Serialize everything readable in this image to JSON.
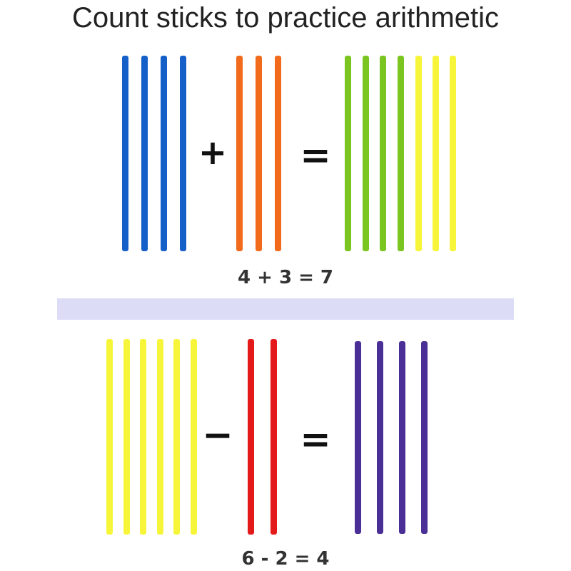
{
  "title": "Count sticks to practice arithmetic",
  "colors": {
    "blue": "#1560c8",
    "orange": "#f26a1b",
    "green": "#7ac520",
    "yellow": "#f7f53a",
    "red": "#e41a1a",
    "purple": "#4a2f96",
    "divider": "#dcdcf7"
  },
  "addition": {
    "plus_symbol": "+",
    "equals_symbol": "=",
    "equation": "4 + 3 = 7",
    "groups": [
      {
        "name": "addend-a",
        "count": 4,
        "color": "blue"
      },
      {
        "name": "addend-b",
        "count": 3,
        "color": "orange"
      },
      {
        "name": "sum-green",
        "count": 4,
        "color": "green"
      },
      {
        "name": "sum-yellow",
        "count": 3,
        "color": "yellow"
      }
    ]
  },
  "subtraction": {
    "minus_symbol": "−",
    "equals_symbol": "=",
    "equation": "6 - 2 = 4",
    "groups": [
      {
        "name": "minuend",
        "count": 6,
        "color": "yellow"
      },
      {
        "name": "subtrahend",
        "count": 2,
        "color": "red"
      },
      {
        "name": "difference",
        "count": 4,
        "color": "purple"
      }
    ]
  }
}
